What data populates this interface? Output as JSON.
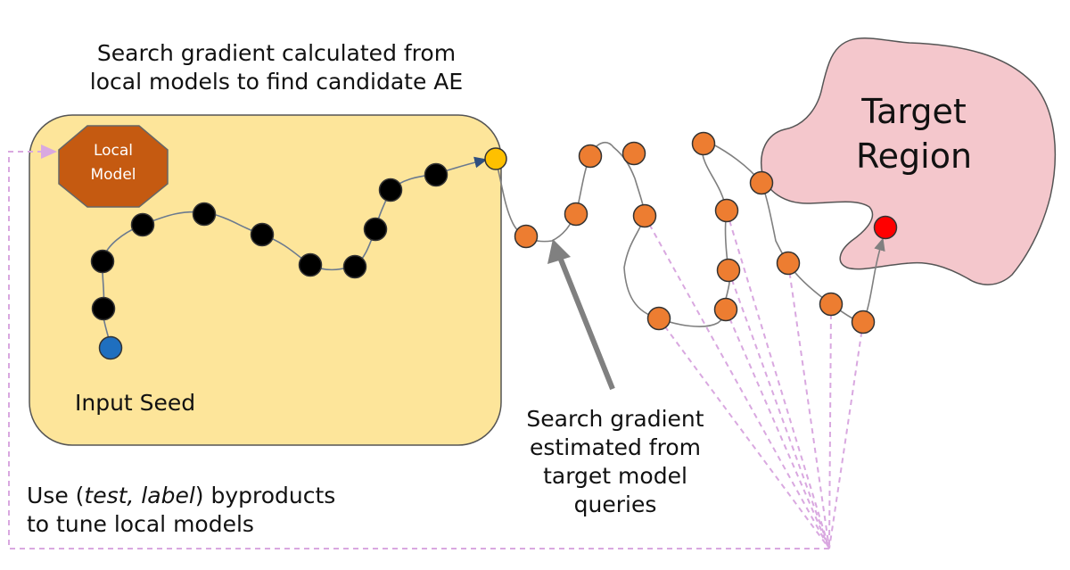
{
  "captions": {
    "top_line1": "Search gradient calculated from",
    "top_line2": "local models to find candidate AE",
    "input_seed": "Input Seed",
    "query_line1": "Search gradient",
    "query_line2": "estimated from",
    "query_line3": "target model",
    "query_line4": "queries",
    "byproduct_pre": "Use (",
    "byproduct_italic1": "test, label",
    "byproduct_post": ") byproducts",
    "byproduct_line2": "to tune local models"
  },
  "target_region": {
    "line1": "Target",
    "line2": "Region"
  },
  "local_model": {
    "line1": "Local",
    "line2": "Model"
  },
  "colors": {
    "local_box": "#fde59a",
    "local_model": "#c55a11",
    "target_region": "#f4c7cc",
    "seed": "#1f6fbf",
    "candidate": "#ffc000",
    "query_point": "#ed7d31",
    "local_point": "#000000",
    "goal_point": "#ff0000",
    "dashed": "#d9a8e0",
    "big_arrow": "#808080"
  }
}
